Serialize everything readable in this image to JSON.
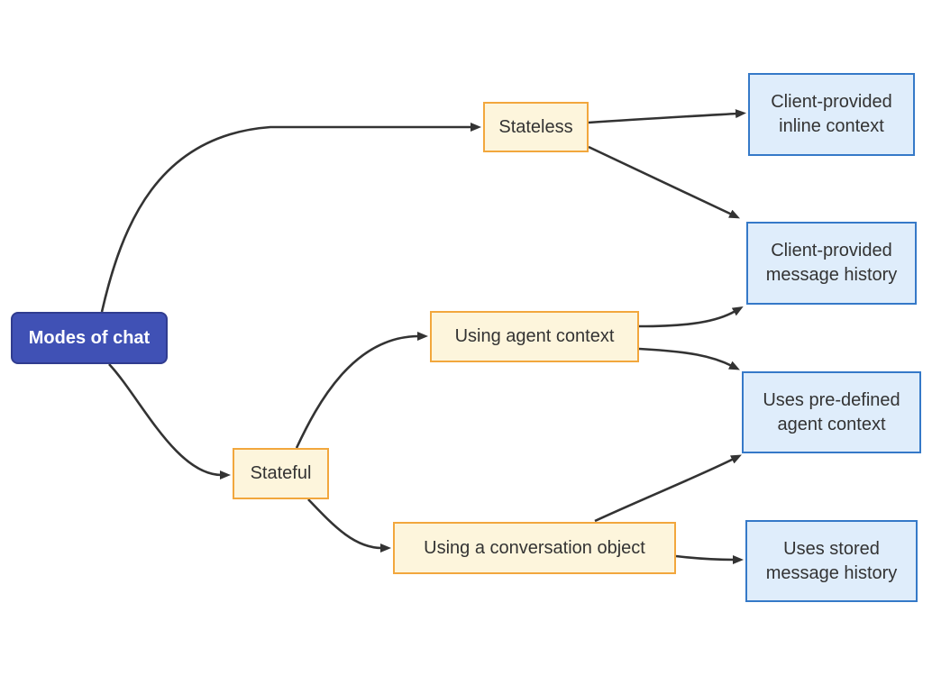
{
  "diagram": {
    "type": "flowchart",
    "direction": "left-to-right",
    "colors": {
      "root_fill": "#4051B5",
      "root_border": "#303C8F",
      "root_text": "#FFFFFF",
      "branch_fill": "#FDF5DC",
      "branch_border": "#F2A73D",
      "leaf_fill": "#DFEDFB",
      "leaf_border": "#3579C8",
      "node_text": "#333333",
      "edge": "#333333",
      "background": "#FFFFFF"
    },
    "nodes": {
      "root": {
        "label": "Modes of chat"
      },
      "stateless": {
        "label": "Stateless"
      },
      "stateful": {
        "label": "Stateful"
      },
      "agent_context": {
        "label": "Using agent context"
      },
      "conversation": {
        "label": "Using a conversation object"
      },
      "inline_context": {
        "label": "Client-provided inline context"
      },
      "message_history": {
        "label": "Client-provided message history"
      },
      "predefined": {
        "label": "Uses pre-defined agent context"
      },
      "stored_history": {
        "label": "Uses stored message history"
      }
    },
    "edges": [
      {
        "from": "Modes of chat",
        "to": "Stateless"
      },
      {
        "from": "Modes of chat",
        "to": "Stateful"
      },
      {
        "from": "Stateless",
        "to": "Client-provided inline context"
      },
      {
        "from": "Stateless",
        "to": "Client-provided message history"
      },
      {
        "from": "Stateful",
        "to": "Using agent context"
      },
      {
        "from": "Stateful",
        "to": "Using a conversation object"
      },
      {
        "from": "Using agent context",
        "to": "Client-provided message history"
      },
      {
        "from": "Using agent context",
        "to": "Uses pre-defined agent context"
      },
      {
        "from": "Using a conversation object",
        "to": "Uses pre-defined agent context"
      },
      {
        "from": "Using a conversation object",
        "to": "Uses stored message history"
      }
    ]
  }
}
